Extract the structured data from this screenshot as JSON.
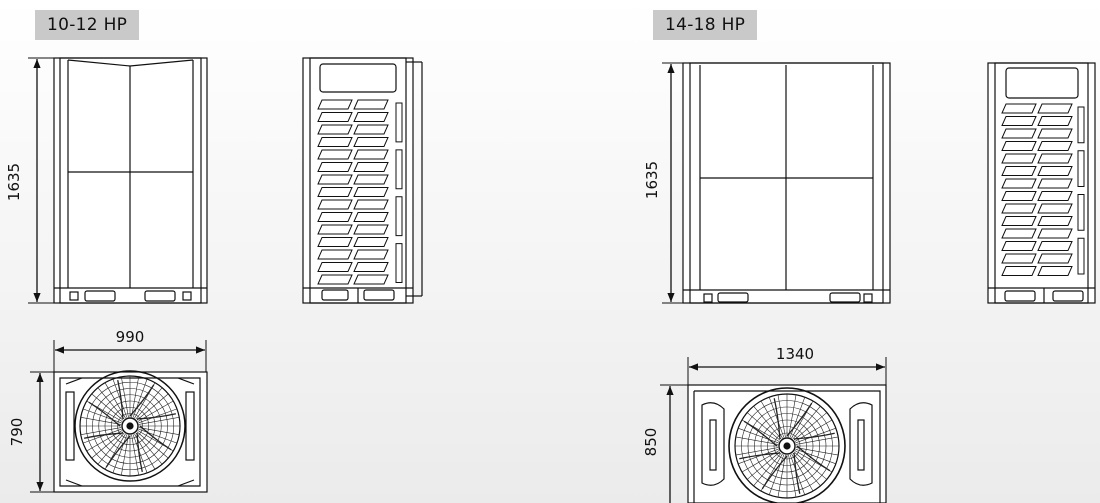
{
  "groups": [
    {
      "label": "10-12 HP",
      "height_dim": "1635",
      "width_dim": "990",
      "depth_dim": "790"
    },
    {
      "label": "14-18 HP",
      "height_dim": "1635",
      "width_dim": "1340",
      "depth_dim": "850"
    }
  ]
}
